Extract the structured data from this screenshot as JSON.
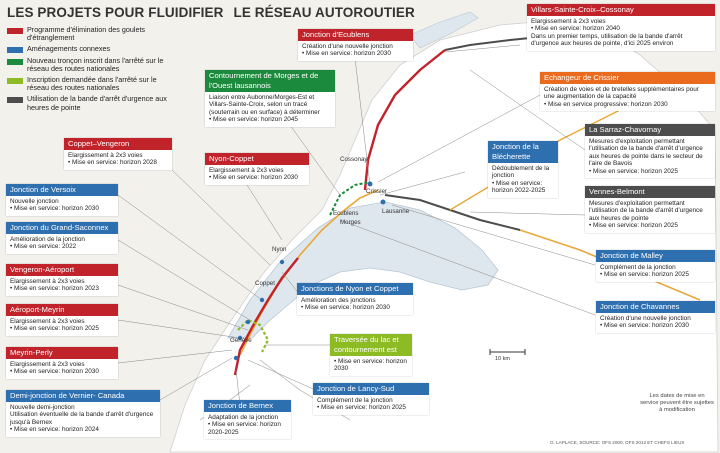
{
  "title": {
    "left": "LES PROJETS POUR FLUIDIFIER",
    "right": "LE RÉSEAU AUTOROUTIER"
  },
  "colors": {
    "red": "#c0232a",
    "blue": "#2e6fb0",
    "green": "#1c8a3c",
    "lime": "#8dbb23",
    "dark": "#4d4d4d",
    "orange": "#ea6a1e",
    "lake": "#dfe7ee",
    "land": "#ffffff",
    "highway": "#e8a83a"
  },
  "legend": [
    {
      "color": "#c0232a",
      "text": "Programme d'élimination des goulets d'étranglement"
    },
    {
      "color": "#2e6fb0",
      "text": "Aménagements connexes"
    },
    {
      "color": "#1c8a3c",
      "text": "Nouveau tronçon inscrit dans l'arrêté sur le réseau des routes nationales"
    },
    {
      "color": "#8dbb23",
      "text": "Inscription demandée dans l'arrêté sur le réseau des routes nationales"
    },
    {
      "color": "#4d4d4d",
      "text": "Utilisation de la bande d'arrêt d'urgence aux heures de pointe"
    }
  ],
  "boxes": {
    "villars": {
      "title": "Villars-Sainte-Croix–Cossonay",
      "lines": [
        "Elargissement à 2x3 voies",
        "• Mise en service: horizon 2040",
        "Dans un premier temps, utilisation de la bande d'arrêt d'urgence aux heures de pointe, d'ici 2025 environ"
      ]
    },
    "ecublens": {
      "title": "Jonction d'Ecublens",
      "lines": [
        "Création d'une nouvelle jonction",
        "• Mise en service: horizon 2030"
      ]
    },
    "morges": {
      "title": "Contournement de Morges et de l'Ouest lausannois",
      "lines": [
        "Liaison entre Aubonne/Morges-Est et Villars-Sainte-Croix, selon un tracé (souterrain ou en surface) à déterminer",
        "• Mise en service: horizon 2045"
      ]
    },
    "crissier": {
      "title": "Echangeur de Crissier",
      "lines": [
        "Création de voies et de bretelles supplémentaires pour une augmentation de la capacité",
        "• Mise en service progressive: horizon 2030"
      ]
    },
    "sarraz": {
      "title": "La Sarraz-Chavornay",
      "lines": [
        "Mesures d'exploitation permettant l'utilisation de la bande d'arrêt d'urgence aux heures de pointe dans le secteur de l'aire de Bavois",
        "• Mise en service: horizon 2025"
      ]
    },
    "coppet_vengeron": {
      "title": "Coppet–Vengeron",
      "lines": [
        "Elargissement à 2x3 voies",
        "• Mise en service: horizon 2028"
      ]
    },
    "nyon_coppet": {
      "title": "Nyon-Coppet",
      "lines": [
        "Elargissement à 2x3 voies",
        "• Mise en service: horizon 2030"
      ]
    },
    "blecherette": {
      "title": "Jonction de la Blécherette",
      "lines": [
        "Dédoublement de la jonction",
        "• Mise en service: horizon 2022-2025"
      ]
    },
    "vennes": {
      "title": "Vennes-Belmont",
      "lines": [
        "Mesures d'exploitation permettant l'utilisation de la bande d'arrêt d'urgence aux heures de pointe",
        "• Mise en service: horizon 2025"
      ]
    },
    "versoix": {
      "title": "Jonction de Versoix",
      "lines": [
        "Nouvelle jonction",
        "• Mise en service: horizon 2030"
      ]
    },
    "saconnex": {
      "title": "Jonction du Grand-Saconnex",
      "lines": [
        "Amélioration de la jonction",
        "• Mise en service: 2022"
      ]
    },
    "vengeron_aeroport": {
      "title": "Vengeron-Aéroport",
      "lines": [
        "Elargissement à 2x3 voies",
        "• Mise en service: horizon 2023"
      ]
    },
    "aeroport_meyrin": {
      "title": "Aéroport-Meyrin",
      "lines": [
        "Elargissement à 2x3 voies",
        "• Mise en service: horizon 2025"
      ]
    },
    "meyrin_perly": {
      "title": "Meyrin-Perly",
      "lines": [
        "Elargissement à 2x3 voies",
        "• Mise en service: horizon 2030"
      ]
    },
    "vernier": {
      "title": "Demi-jonction de Vernier- Canada",
      "lines": [
        "Nouvelle demi-jonction",
        "Utilisation éventuelle de la bande d'arrêt d'urgence jusqu'à Bernex",
        "• Mise en service: horizon 2024"
      ]
    },
    "nyon_jct": {
      "title": "Jonctions de Nyon et Coppet",
      "lines": [
        "Amélioration des jonctions",
        "• Mise en service: horizon 2030"
      ]
    },
    "traversee": {
      "title": "Traversée du lac et contournement est",
      "lines": [
        "• Mise en service: horizon 2030"
      ]
    },
    "malley": {
      "title": "Jonction de Malley",
      "lines": [
        "Complément de la jonction",
        "• Mise en service: horizon 2025"
      ]
    },
    "chavannes": {
      "title": "Jonction de Chavannes",
      "lines": [
        "Création d'une nouvelle jonction",
        "• Mise en service: horizon 2030"
      ]
    },
    "lancy": {
      "title": "Jonction de Lancy-Sud",
      "lines": [
        "Complément de la jonction",
        "• Mise en service: horizon 2025"
      ]
    },
    "bernex": {
      "title": "Jonction de Bernex",
      "lines": [
        "Adaptation de la jonction",
        "• Mise en service: horizon 2020-2025"
      ]
    }
  },
  "places": {
    "cossonay": "Cossonay",
    "crissier": "Crissier",
    "ecublens": "Ecublens",
    "morges": "Morges",
    "lausanne": "Lausanne",
    "nyon": "Nyon",
    "coppet": "Coppet",
    "geneve": "Genève"
  },
  "scale": "10 km",
  "note": "Les dates de mise en service peuvent être sujettes à modification",
  "credit": "G. LAPLACE, SOURCE: OFS 2000, OFS 2012 ET CHEFS LIEUX"
}
